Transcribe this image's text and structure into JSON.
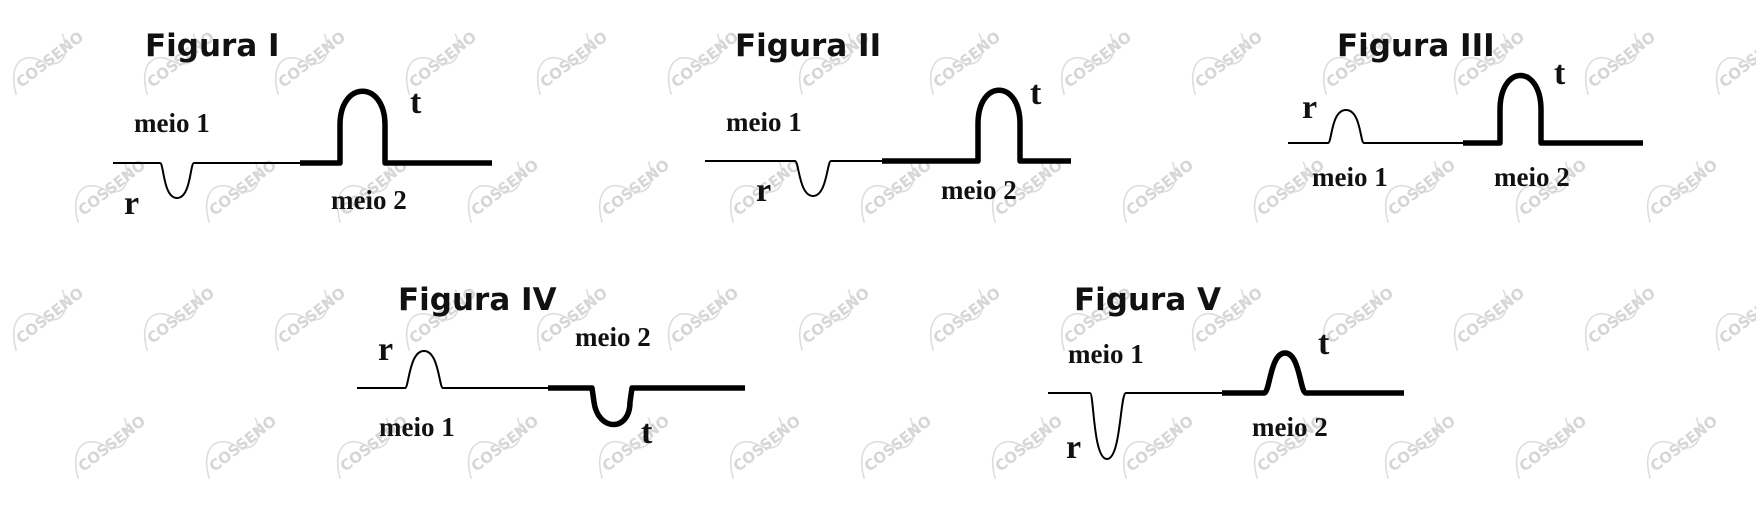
{
  "watermark": {
    "text": "COSSENO",
    "color": "#d6d6d6"
  },
  "figures": [
    {
      "id": "I",
      "title": "Figura I",
      "medium1": "meio 1",
      "medium2": "meio 2",
      "reflected": "r",
      "transmitted": "t"
    },
    {
      "id": "II",
      "title": "Figura II",
      "medium1": "meio 1",
      "medium2": "meio 2",
      "reflected": "r",
      "transmitted": "t"
    },
    {
      "id": "III",
      "title": "Figura III",
      "medium1": "meio 1",
      "medium2": "meio 2",
      "reflected": "r",
      "transmitted": "t"
    },
    {
      "id": "IV",
      "title": "Figura IV",
      "medium1": "meio 1",
      "medium2": "meio 2",
      "reflected": "r",
      "transmitted": "t"
    },
    {
      "id": "V",
      "title": "Figura V",
      "medium1": "meio 1",
      "medium2": "meio 2",
      "reflected": "r",
      "transmitted": "t"
    }
  ]
}
